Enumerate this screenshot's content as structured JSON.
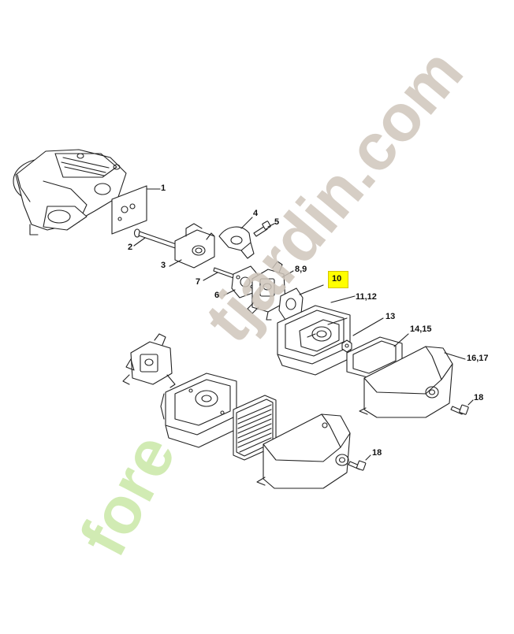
{
  "labels": {
    "p1": "1",
    "p2": "2",
    "p3": "3",
    "p4": "4",
    "p5": "5",
    "p6": "6",
    "p7": "7",
    "p8_9": "8,9",
    "p10": "10",
    "p11_12": "11,12",
    "p13": "13",
    "p14_15": "14,15",
    "p16_17": "16,17",
    "p18a": "18",
    "p18b": "18"
  },
  "highlighted_part": "10",
  "highlight_color": "#ffff00",
  "watermark": {
    "part1": "fore",
    "part2": "tjardin.com",
    "green": "#c9e7a6",
    "brown": "#cfc6bb"
  }
}
